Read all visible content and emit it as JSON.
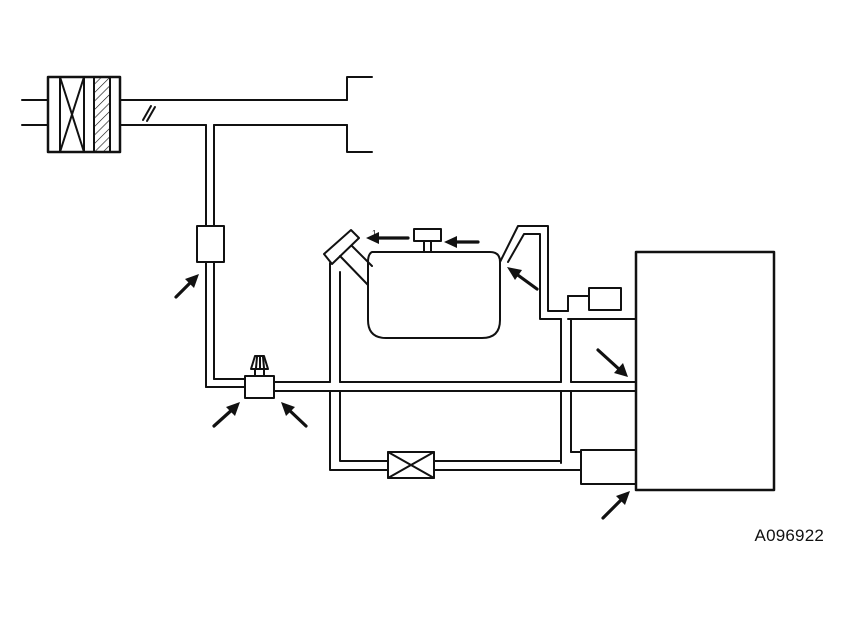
{
  "figure": {
    "reference_code": "A096922",
    "colors": {
      "line": "#111111",
      "background": "#ffffff"
    },
    "components": [
      {
        "id": "filter-box",
        "icon": "filter-cartridge-icon"
      },
      {
        "id": "intake-pipe",
        "icon": "intake-manifold-icon"
      },
      {
        "id": "inline-filter",
        "icon": "inline-filter-icon"
      },
      {
        "id": "purge-valve",
        "icon": "solenoid-valve-icon"
      },
      {
        "id": "fuel-tank",
        "icon": "fuel-tank-icon"
      },
      {
        "id": "filler-neck",
        "icon": "filler-neck-icon"
      },
      {
        "id": "tank-valve",
        "icon": "tank-valve-icon"
      },
      {
        "id": "canister",
        "icon": "charcoal-canister-icon"
      },
      {
        "id": "check-valve",
        "icon": "check-valve-icon"
      },
      {
        "id": "vent-valve",
        "icon": "vent-valve-icon"
      },
      {
        "id": "pressure-sensor",
        "icon": "pressure-sensor-icon"
      }
    ],
    "callout_arrows": 8,
    "small_marker": "1"
  }
}
